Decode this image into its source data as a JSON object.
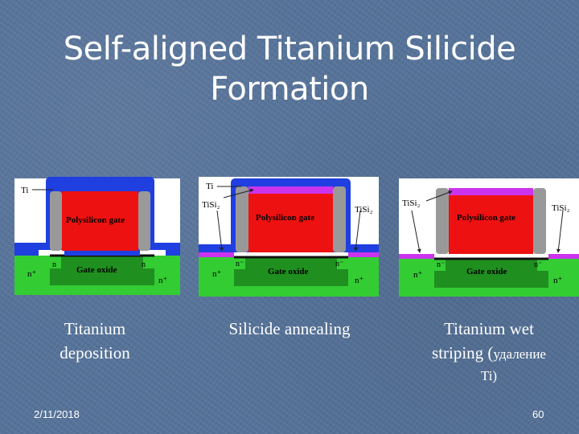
{
  "slide": {
    "title_line1": "Self-aligned Titanium Silicide",
    "title_line2": "Formation",
    "date": "2/11/2018",
    "page_number": "60"
  },
  "panels": [
    {
      "caption_line1": "Titanium",
      "caption_line2": "deposition",
      "labels": {
        "ti": "Ti",
        "poly": "Polysilicon gate",
        "oxide": "Gate oxide",
        "n_minus_left": "n",
        "n_minus_right": "n",
        "n_plus_left": "n⁺",
        "n_plus_right": "n⁺"
      }
    },
    {
      "caption_line1": "Silicide annealing",
      "labels": {
        "ti": "Ti",
        "tisi2_left": "TiSi₂",
        "tisi2_right": "TiSi₂",
        "poly": "Polysilicon gate",
        "oxide": "Gate oxide",
        "n_minus_left": "n⁻",
        "n_minus_right": "n⁻",
        "n_plus_left": "n⁺",
        "n_plus_right": "n⁺"
      }
    },
    {
      "caption_line1": "Titanium wet",
      "caption_line2_a": "striping (",
      "caption_line2_b": "удаление",
      "caption_line3": "Ti)",
      "labels": {
        "tisi2_left": "TiSi₂",
        "tisi2_right": "TiSi₂",
        "poly": "Polysilicon gate",
        "oxide": "Gate oxide",
        "n_minus_left": "n⁻",
        "n_minus_right": "n⁻",
        "n_plus_left": "n⁺",
        "n_plus_right": "n⁺"
      }
    }
  ],
  "colors": {
    "titanium": "#1f3fe0",
    "silicide": "#cc33ee",
    "polysilicon": "#ee1111",
    "spacer": "#999999",
    "substrate": "#33cc33",
    "oxide_region": "#1f8f1f",
    "oxide_line": "#111111",
    "panel_bg": "#ffffff"
  }
}
